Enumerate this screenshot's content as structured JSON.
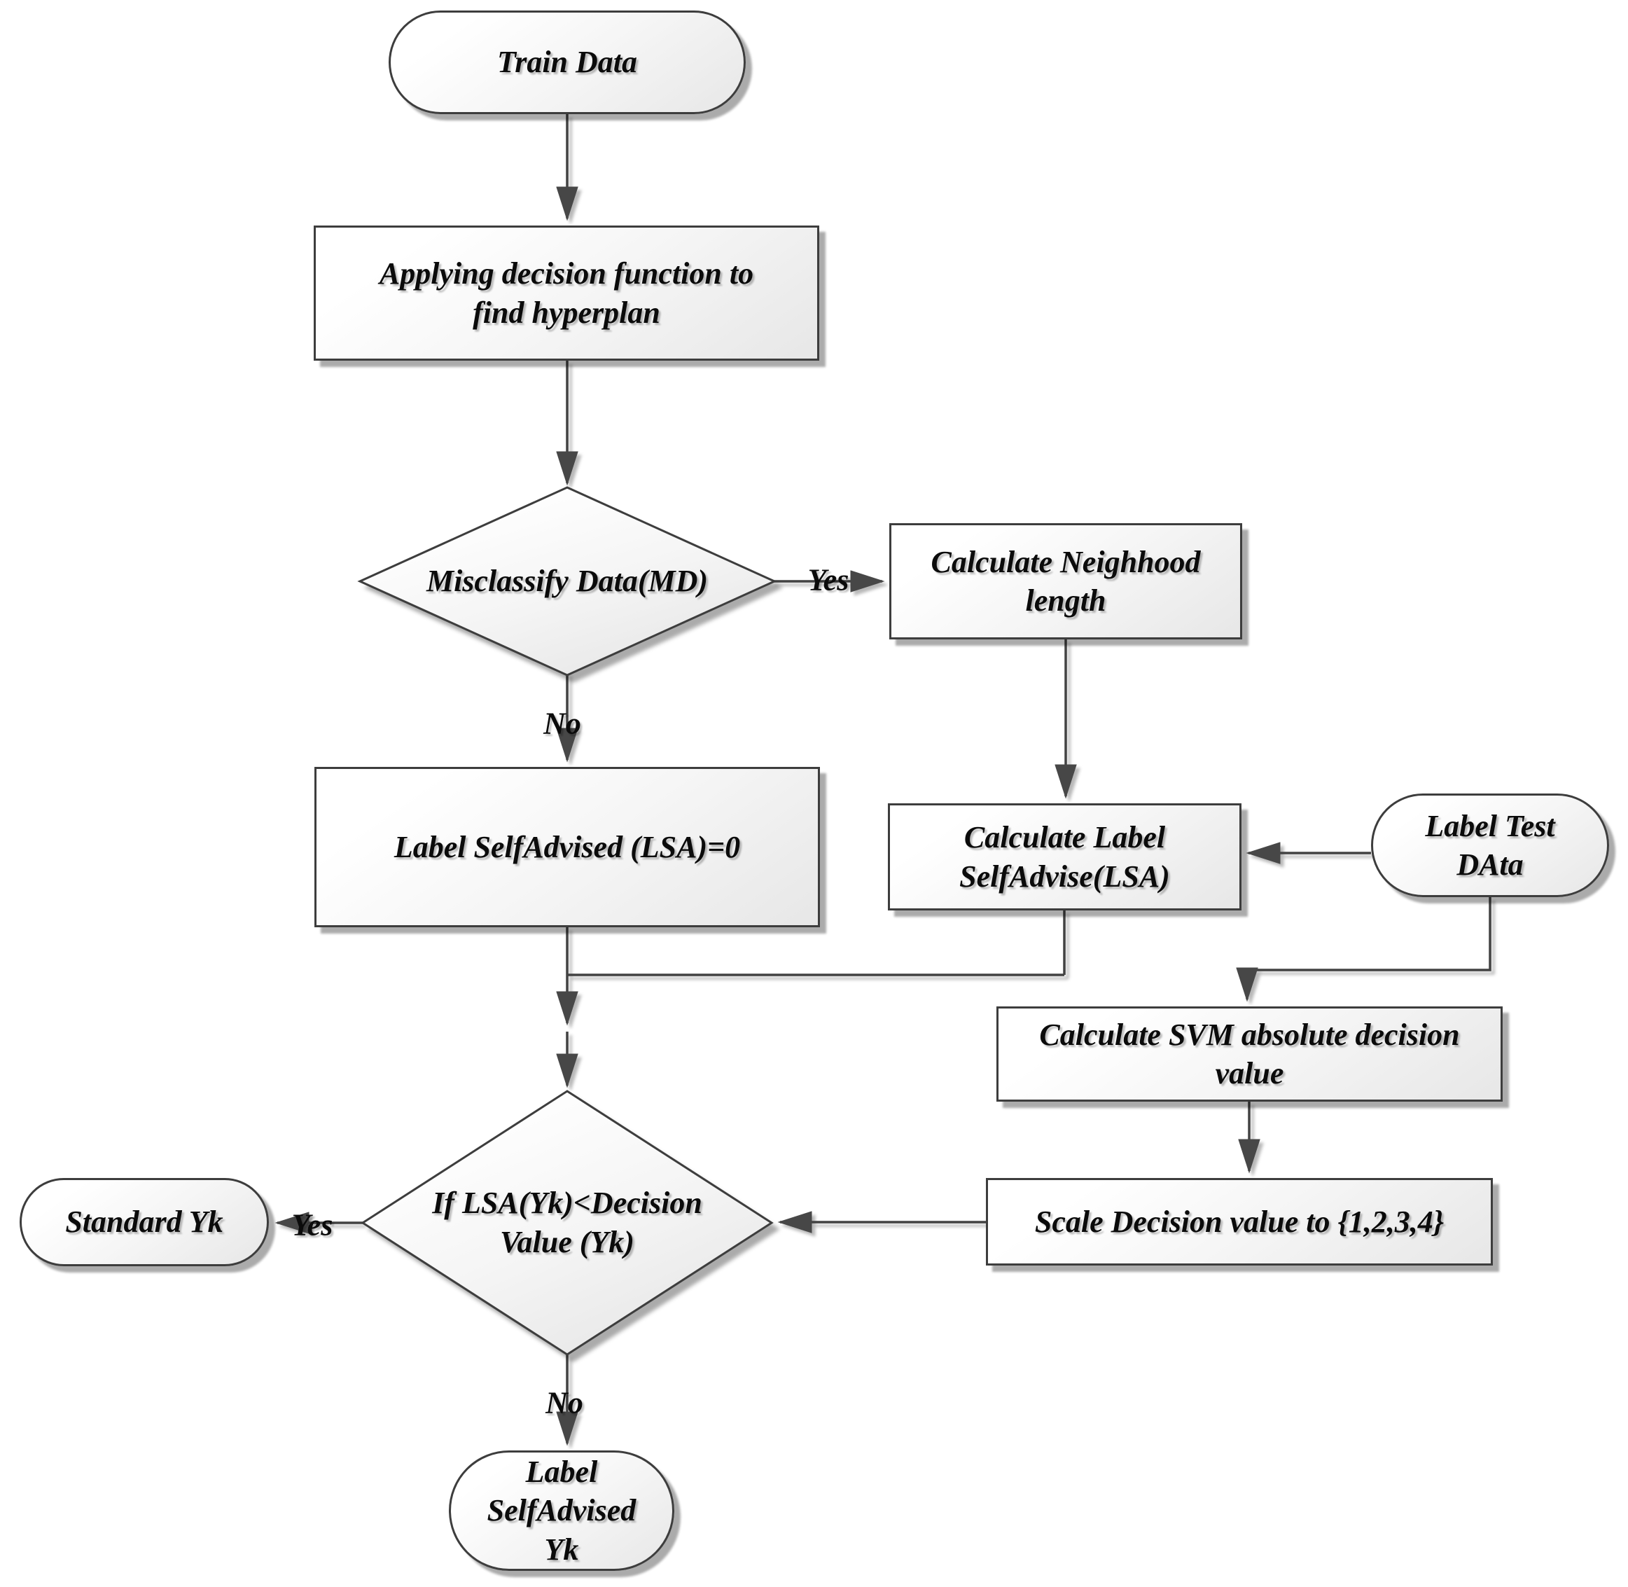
{
  "diagram": {
    "nodes": {
      "train_data": {
        "type": "terminator",
        "label": "Train Data"
      },
      "applying_decision": {
        "type": "process",
        "label": "Applying decision function to\nfind hyperplan"
      },
      "misclassify_data": {
        "type": "decision",
        "label": "Misclassify Data(MD)"
      },
      "calculate_neighhood": {
        "type": "process",
        "label": "Calculate Neighhood\nlength"
      },
      "label_selfadvised_zero": {
        "type": "process",
        "label": "Label SelfAdvised (LSA)=0"
      },
      "calculate_label_selfadvise": {
        "type": "process",
        "label": "Calculate Label\nSelfAdvise(LSA)"
      },
      "label_test_data": {
        "type": "terminator",
        "label": "Label Test\nDAta"
      },
      "calculate_svm_absolute": {
        "type": "process",
        "label": "Calculate SVM absolute decision\nvalue"
      },
      "scale_decision_value": {
        "type": "process",
        "label": "Scale Decision value to {1,2,3,4}"
      },
      "if_lsa_less_decision": {
        "type": "decision",
        "label": "If LSA(Yk)<Decision\nValue (Yk)"
      },
      "standard_yk": {
        "type": "terminator",
        "label": "Standard Yk"
      },
      "label_selfadvised_yk": {
        "type": "terminator",
        "label": "Label\nSelfAdvised\nYk"
      }
    },
    "edge_labels": {
      "misclassify_yes": "Yes",
      "misclassify_no": "No",
      "decision_yes": "Yes",
      "decision_no": "No"
    },
    "colors": {
      "background": "#ffffff",
      "node_fill_top": "#ffffff",
      "node_fill_bottom": "#e7e7e7",
      "node_border": "#3d3d3d",
      "connector": "#424242",
      "text": "#0b0b0b"
    }
  }
}
